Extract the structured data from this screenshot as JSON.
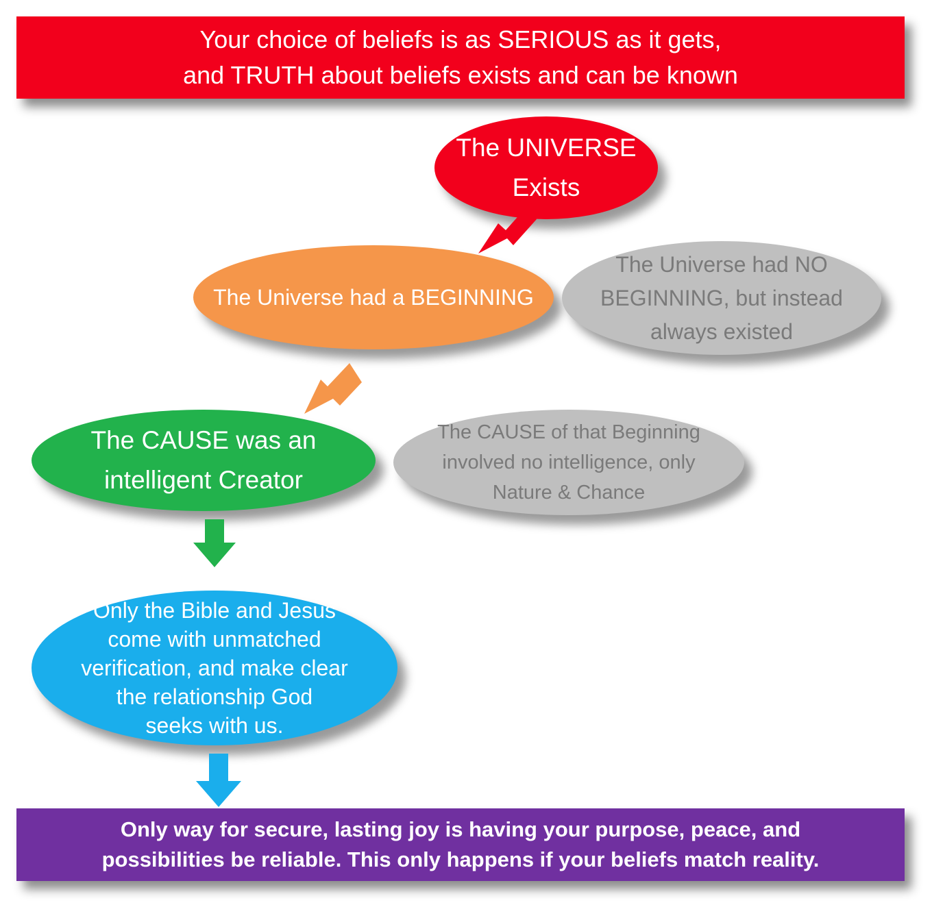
{
  "banner_top": {
    "lines": [
      "Your choice of beliefs is as SERIOUS as it gets,",
      "and TRUTH about beliefs exists and can be known"
    ]
  },
  "nodes": {
    "universe": {
      "lines": [
        "The UNIVERSE",
        "Exists"
      ],
      "color": "#f2001c"
    },
    "beginning": {
      "lines": [
        "The Universe had a BEGINNING"
      ],
      "color": "#f5964a"
    },
    "no_beginning": {
      "lines": [
        "The Universe had NO",
        "BEGINNING, but instead",
        "always existed"
      ],
      "color": "#bfbfbf"
    },
    "creator": {
      "lines": [
        "The CAUSE was an",
        "intelligent Creator"
      ],
      "color": "#22b24c"
    },
    "nature": {
      "lines": [
        "The CAUSE of that Beginning",
        "involved no intelligence, only",
        "Nature & Chance"
      ],
      "color": "#bfbfbf"
    },
    "bible": {
      "lines": [
        "Only the Bible and Jesus",
        "come with unmatched",
        "verification, and make clear",
        "the relationship God",
        "seeks with us."
      ],
      "color": "#1aaeec"
    }
  },
  "banner_bottom": {
    "lines": [
      "Only way for secure, lasting joy is having your purpose, peace, and",
      "possibilities be reliable. This only happens if your beliefs match reality."
    ],
    "color": "#7030a0"
  },
  "arrows": {
    "universe_to_beginning": {
      "color": "#f2001c"
    },
    "beginning_to_creator": {
      "color": "#f5964a"
    },
    "creator_to_bible": {
      "color": "#22b24c"
    },
    "bible_to_conclusion": {
      "color": "#1aaeec"
    }
  }
}
